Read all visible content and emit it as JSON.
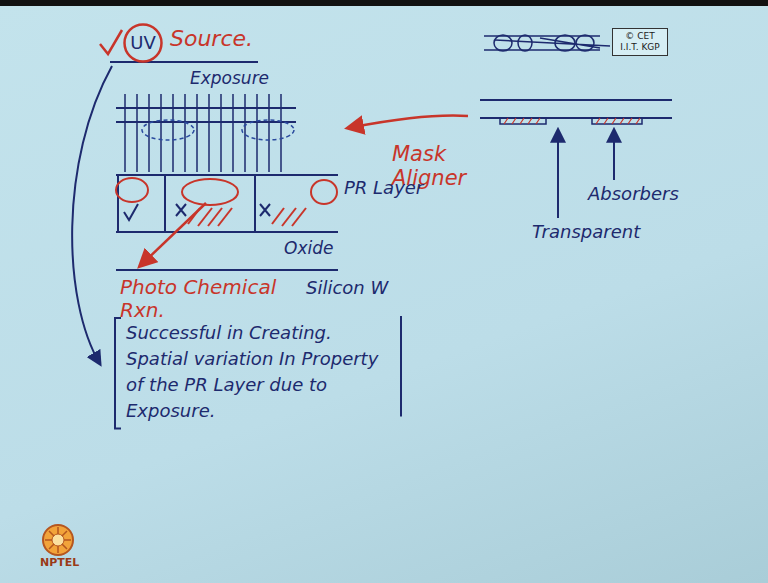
{
  "diagram": {
    "nodes": [
      {
        "text": [
          "UV"
        ]
      },
      {
        "text": [
          "© CET I.I.T. KGP"
        ]
      },
      {
        "text": [
          "Successful in Creating. Spatial variation In Property of the PR Layer due to Exposure."
        ]
      }
    ],
    "labels": [
      "Source.",
      "Exposure",
      "Mask Aligner",
      "PR Layer",
      "Oxide",
      "Photo Chemical Rxn.",
      "Silicon W",
      "Absorbers",
      "Transparent",
      "NPTEL"
    ]
  }
}
